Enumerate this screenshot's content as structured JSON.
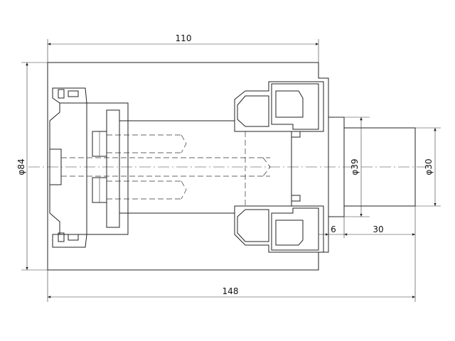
{
  "drawing": {
    "dimensions": {
      "top_length": "110",
      "bottom_length": "148",
      "left_diameter": "φ84",
      "mid_diameter": "φ39",
      "right_diameter": "φ30",
      "small_step": "6",
      "right_step": "30"
    },
    "colors": {
      "line": "#222222",
      "background": "#ffffff"
    }
  }
}
